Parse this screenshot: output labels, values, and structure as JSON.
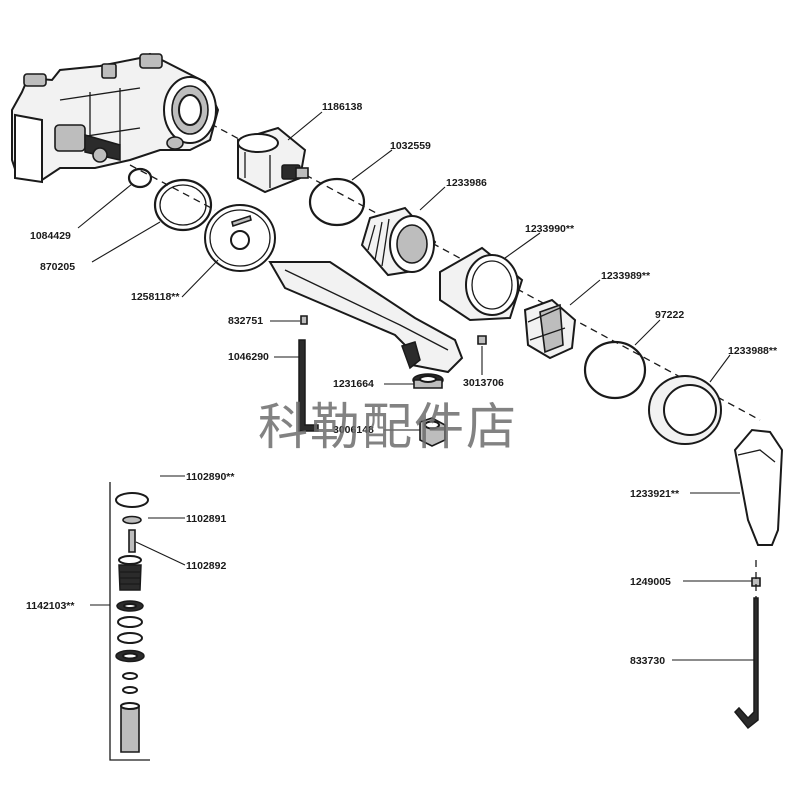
{
  "labels": {
    "p1186138": "1186138",
    "p1032559": "1032559",
    "p1233986": "1233986",
    "p1233990": "1233990**",
    "p1233989": "1233989**",
    "p97222": "97222",
    "p1233988": "1233988**",
    "p1084429": "1084429",
    "p870205": "870205",
    "p1258118": "1258118**",
    "p832751": "832751",
    "p1046290": "1046290",
    "p1231664": "1231664",
    "p3013706": "3013706",
    "p3006148": "3006148",
    "p1102890": "1102890**",
    "p1102891": "1102891",
    "p1102892": "1102892",
    "p1142103": "1142103**",
    "p1233921": "1233921**",
    "p1249005": "1249005",
    "p833730": "833730"
  },
  "watermark": "科勒配件店"
}
